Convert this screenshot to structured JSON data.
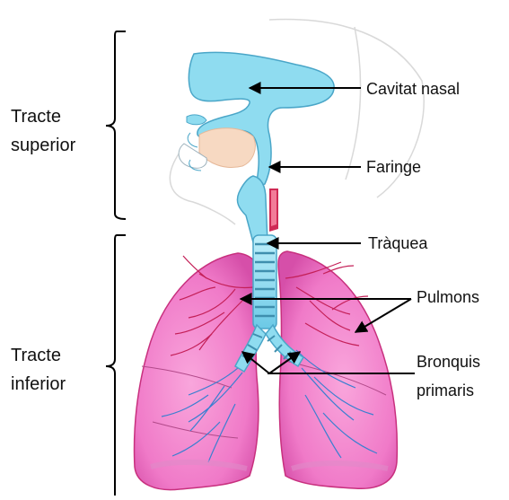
{
  "regions": {
    "upper": {
      "line1": "Tracte",
      "line2": "superior"
    },
    "lower": {
      "line1": "Tracte",
      "line2": "inferior"
    }
  },
  "labels": {
    "nasal_cavity": "Cavitat nasal",
    "pharynx": "Faringe",
    "trachea": "Tràquea",
    "lungs": "Pulmons",
    "primary_bronchi": {
      "line1": "Bronquis",
      "line2": "primaris"
    }
  },
  "colors": {
    "airway_blue": "#8fdcf0",
    "airway_stroke": "#4aa6c8",
    "lung_pink": "#f06cc0",
    "lung_dark": "#c8307e",
    "vessel_red": "#d0204a",
    "vessel_blue": "#3a7fd0",
    "head_outline": "#cfcfcf",
    "arrow": "#000000"
  }
}
